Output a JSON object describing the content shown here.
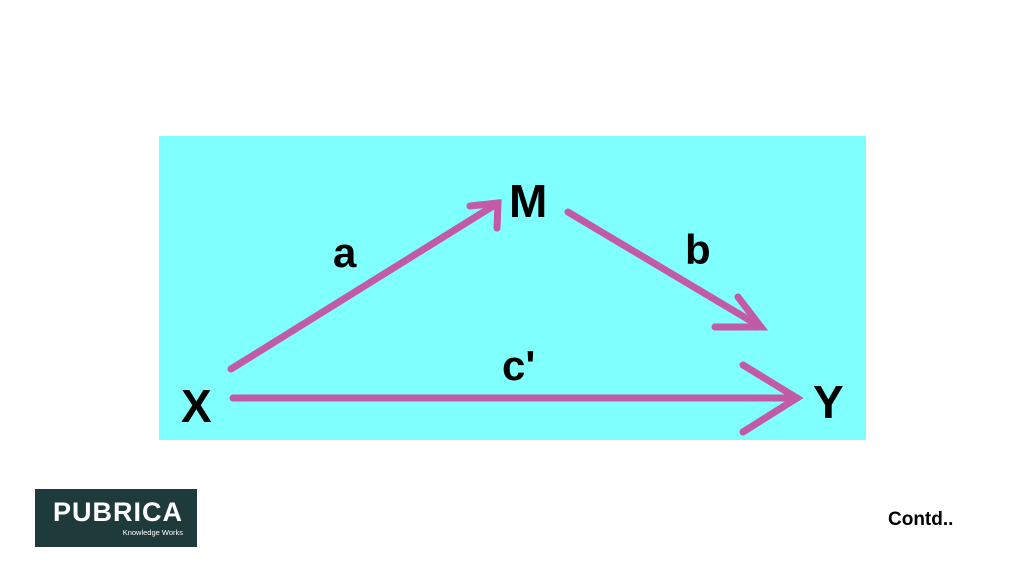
{
  "diagram": {
    "background_color": "#80ffff",
    "arrow_color": "#c25aa6",
    "nodes": {
      "x": "X",
      "m": "M",
      "y": "Y"
    },
    "edges": {
      "a": "a",
      "b": "b",
      "c_prime": "c'"
    }
  },
  "logo": {
    "name": "PUBRICA",
    "tagline": "Knowledge Works"
  },
  "footer": {
    "contd": "Contd.."
  }
}
